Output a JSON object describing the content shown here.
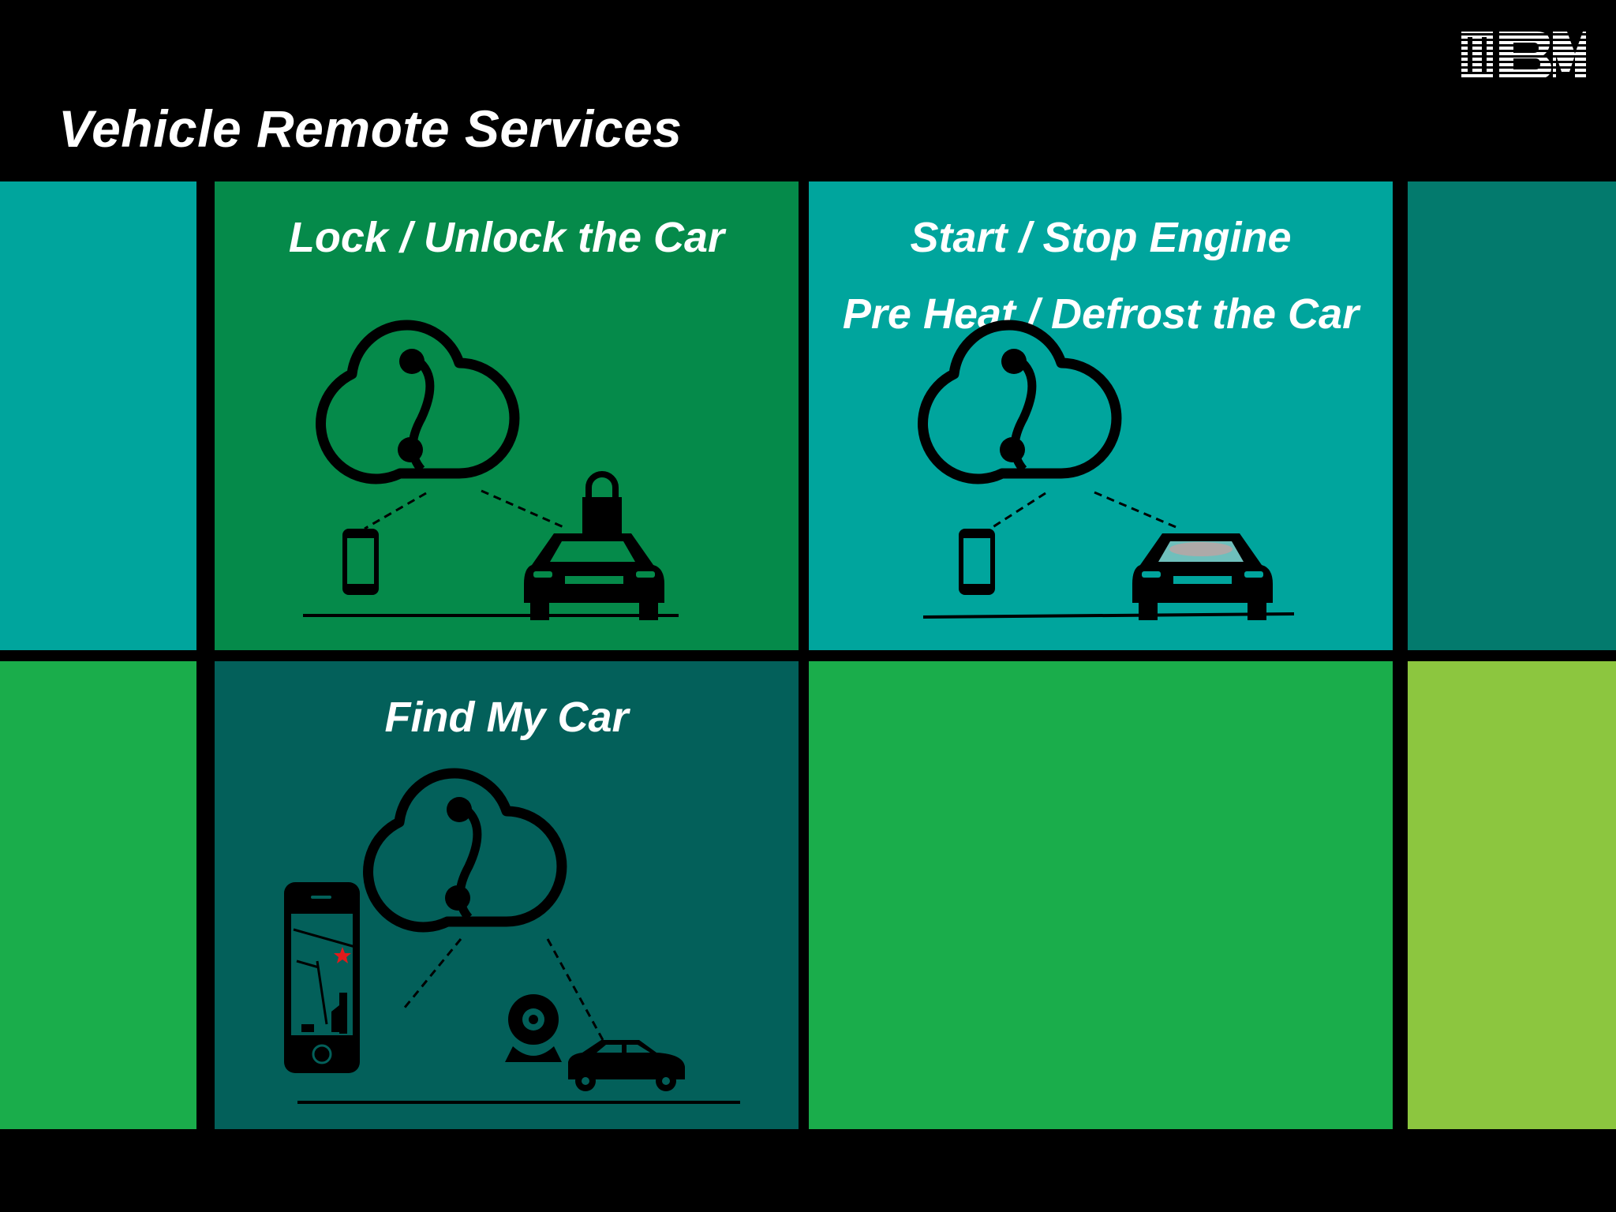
{
  "slide": {
    "title": "Vehicle Remote Services",
    "logo_text": "IBM"
  },
  "tiles": [
    {
      "name": "lock-unlock",
      "headings": [
        "Lock / Unlock the Car"
      ],
      "color": "#058a4a"
    },
    {
      "name": "start-stop",
      "headings": [
        "Start / Stop Engine",
        "Pre Heat / Defrost the Car"
      ],
      "color": "#00a59d"
    },
    {
      "name": "find-my-car",
      "headings": [
        "Find My Car"
      ],
      "color": "#03605a"
    }
  ],
  "colors": {
    "background": "#000000",
    "teal_left": "#00a59d",
    "dark_teal_right": "#037a6d",
    "green": "#1aad4b",
    "lime": "#8cc63f",
    "accent_star": "#e21b1b"
  },
  "icons": [
    "cloud-icon",
    "smartphone-icon",
    "car-front-icon",
    "padlock-icon",
    "webcam-icon",
    "car-side-icon",
    "map-phone-icon"
  ]
}
